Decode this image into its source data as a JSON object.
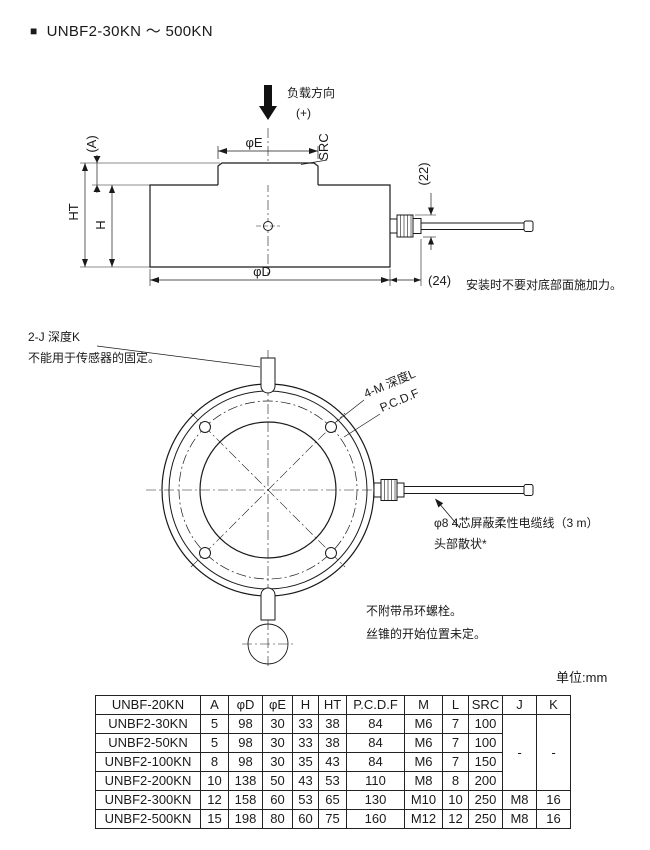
{
  "title": {
    "bullet": "■",
    "text": "UNBF2-30KN ～ 500KN"
  },
  "side_view": {
    "load_direction_label": "负载方向",
    "load_direction_sign": "(+)",
    "dim_phi_e": "φE",
    "dim_src": "SRC",
    "dim_a": "(A)",
    "dim_ht": "HT",
    "dim_h": "H",
    "dim_22": "(22)",
    "dim_phi_d": "φD",
    "dim_24": "(24)",
    "install_note": "安装时不要对底部面施加力。"
  },
  "top_view": {
    "tap_label": "2-J 深度K",
    "tap_note": "不能用于传感器的固定。",
    "mount_label": "4-M 深度L",
    "pcd_label": "P.C.D.F",
    "cable_label": "φ8 4芯屏蔽柔性电缆线（3 m）",
    "cable_note": "头部散状*",
    "eyebolt_note": "不附带吊环螺栓。",
    "tap_start_note": "丝锥的开始位置未定。",
    "unit_label": "单位:mm"
  },
  "table": {
    "headers": [
      "UNBF-20KN",
      "A",
      "φD",
      "φE",
      "H",
      "HT",
      "P.C.D.F",
      "M",
      "L",
      "SRC",
      "J",
      "K"
    ],
    "rows": [
      [
        "UNBF2-30KN",
        "5",
        "98",
        "30",
        "33",
        "38",
        "84",
        "M6",
        "7",
        "100",
        "-",
        "-"
      ],
      [
        "UNBF2-50KN",
        "5",
        "98",
        "30",
        "33",
        "38",
        "84",
        "M6",
        "7",
        "100",
        null,
        null
      ],
      [
        "UNBF2-100KN",
        "8",
        "98",
        "30",
        "35",
        "43",
        "84",
        "M6",
        "7",
        "150",
        null,
        null
      ],
      [
        "UNBF2-200KN",
        "10",
        "138",
        "50",
        "43",
        "53",
        "110",
        "M8",
        "8",
        "200",
        null,
        null
      ],
      [
        "UNBF2-300KN",
        "12",
        "158",
        "60",
        "53",
        "65",
        "130",
        "M10",
        "10",
        "250",
        "M8",
        "16"
      ],
      [
        "UNBF2-500KN",
        "15",
        "198",
        "80",
        "60",
        "75",
        "160",
        "M12",
        "12",
        "250",
        "M8",
        "16"
      ]
    ],
    "merges": [
      {
        "row": 0,
        "col": 10,
        "rowspan": 4
      },
      {
        "row": 0,
        "col": 11,
        "rowspan": 4
      }
    ]
  }
}
